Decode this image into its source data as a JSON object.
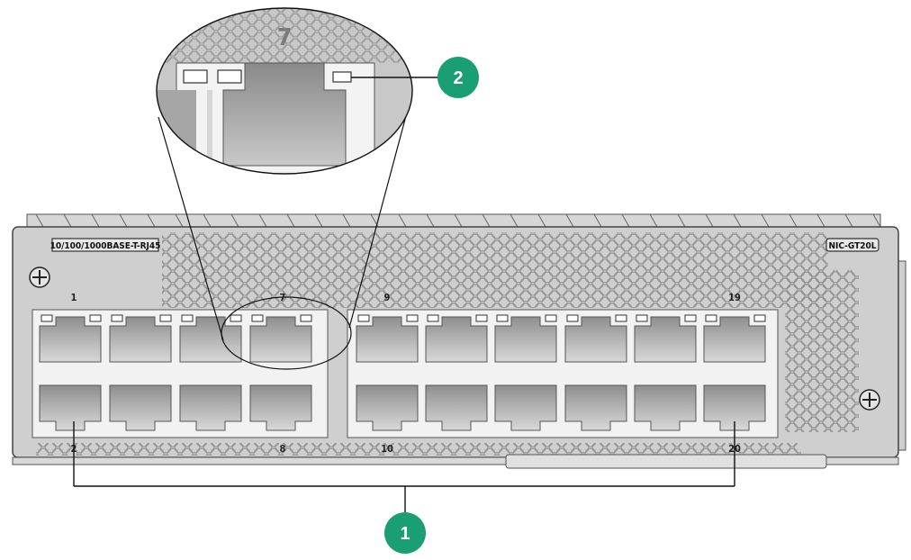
{
  "panel": {
    "interface_label": "10/100/1000BASE-T-RJ45",
    "model_label": "NIC-GT20L"
  },
  "port_labels": {
    "top": [
      "1",
      "7",
      "9",
      "19"
    ],
    "bottom": [
      "2",
      "8",
      "10",
      "20"
    ]
  },
  "zoom": {
    "port_number": "7"
  },
  "callouts": [
    {
      "id": "1",
      "label": "1"
    },
    {
      "id": "2",
      "label": "2"
    }
  ],
  "colors": {
    "callout": "#1a9e74",
    "panel": "#cfcfcf",
    "panel_dark": "#bdbdbd",
    "port_group_bg": "#f2f2f2",
    "port": "#a9a9a9",
    "hex_stroke": "#8a8a8a"
  }
}
